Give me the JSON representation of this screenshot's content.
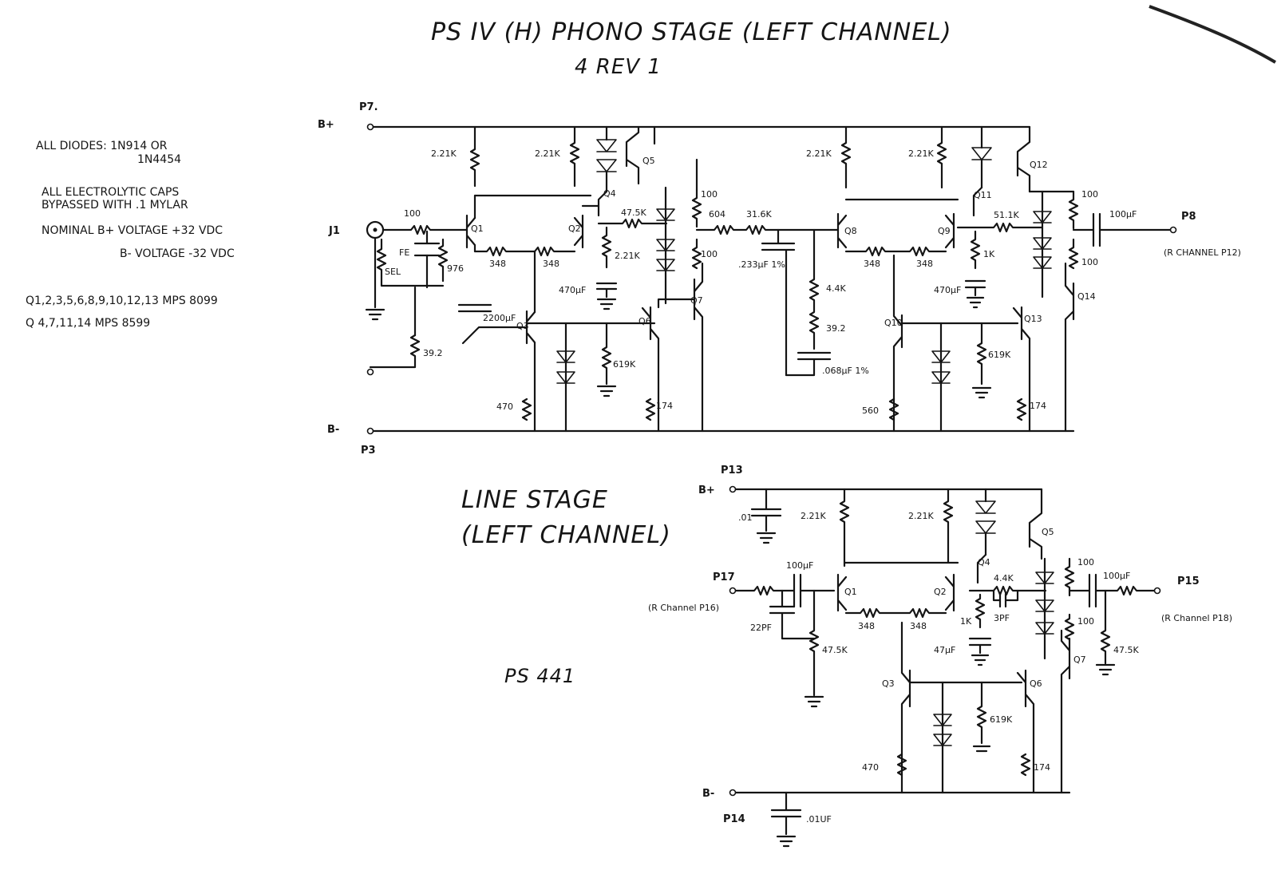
{
  "phono": {
    "title": "PS IV (H) PHONO STAGE (LEFT CHANNEL)",
    "subtitle": "4 REV 1",
    "rails": {
      "bplus": "B+",
      "bplus_pin": "P7.",
      "bminus": "B-",
      "bminus_pin": "P3",
      "input": "J1",
      "output": "P8",
      "output_note": "(R CHANNEL P12)"
    },
    "transistors": [
      "Q1",
      "Q2",
      "Q3",
      "Q4",
      "Q5",
      "Q6",
      "Q7",
      "Q8",
      "Q9",
      "Q10",
      "Q11",
      "Q12",
      "Q13",
      "Q14"
    ],
    "components": {
      "r_2k21": "2.21K",
      "r_100": "100",
      "r_348": "348",
      "r_47k5": "47.5K",
      "r_470": "470",
      "r_619k": "619K",
      "r_174": "174",
      "r_604": "604",
      "r_31k6": "31.6K",
      "r_4k4": "4.4K",
      "r_39_2": "39.2",
      "r_560": "560",
      "r_51k": "51.1K",
      "r_1k": "1K",
      "r_976": "976",
      "c_2200": "2200µF",
      "c_470": "470µF",
      "c_100": "100µF",
      "c_233": ".233µF 1%",
      "c_068": ".068µF 1%",
      "j_fe": "FE",
      "r_sel": "SEL"
    }
  },
  "notes": {
    "diodes_1": "ALL DIODES: 1N914 OR",
    "diodes_2": "1N4454",
    "caps_1": "ALL ELECTROLYTIC CAPS",
    "caps_2": "BYPASSED WITH .1 MYLAR",
    "voltage_1": "NOMINAL B+ VOLTAGE +32 VDC",
    "voltage_2": "B- VOLTAGE -32 VDC",
    "npn": "Q1,2,3,5,6,8,9,10,12,13   MPS 8099",
    "pnp": "Q 4,7,11,14      MPS 8599"
  },
  "line": {
    "title_1": "LINE STAGE",
    "title_2": "(LEFT CHANNEL)",
    "model": "PS 441",
    "rails": {
      "bplus": "B+",
      "bplus_pin": "P13",
      "bminus": "B-",
      "bminus_pin": "P14",
      "input": "P17",
      "input_note": "(R Channel P16)",
      "output": "P15",
      "output_note": "(R Channel P18)"
    },
    "transistors": [
      "Q1",
      "Q2",
      "Q3",
      "Q4",
      "Q5",
      "Q6",
      "Q7"
    ],
    "components": {
      "c_01": ".01",
      "r_2k21": "2.21K",
      "c_100": "100µF",
      "c_22pf": "22PF",
      "r_348": "348",
      "r_47k5": "47.5K",
      "r_1k": "1K",
      "c_3pf": "3PF",
      "r_4k4": "4.4K",
      "c_47": "47µF",
      "r_619k": "619K",
      "r_470": "470",
      "r_174": "174",
      "r_100": "100",
      "c_01uf": ".01UF"
    }
  }
}
